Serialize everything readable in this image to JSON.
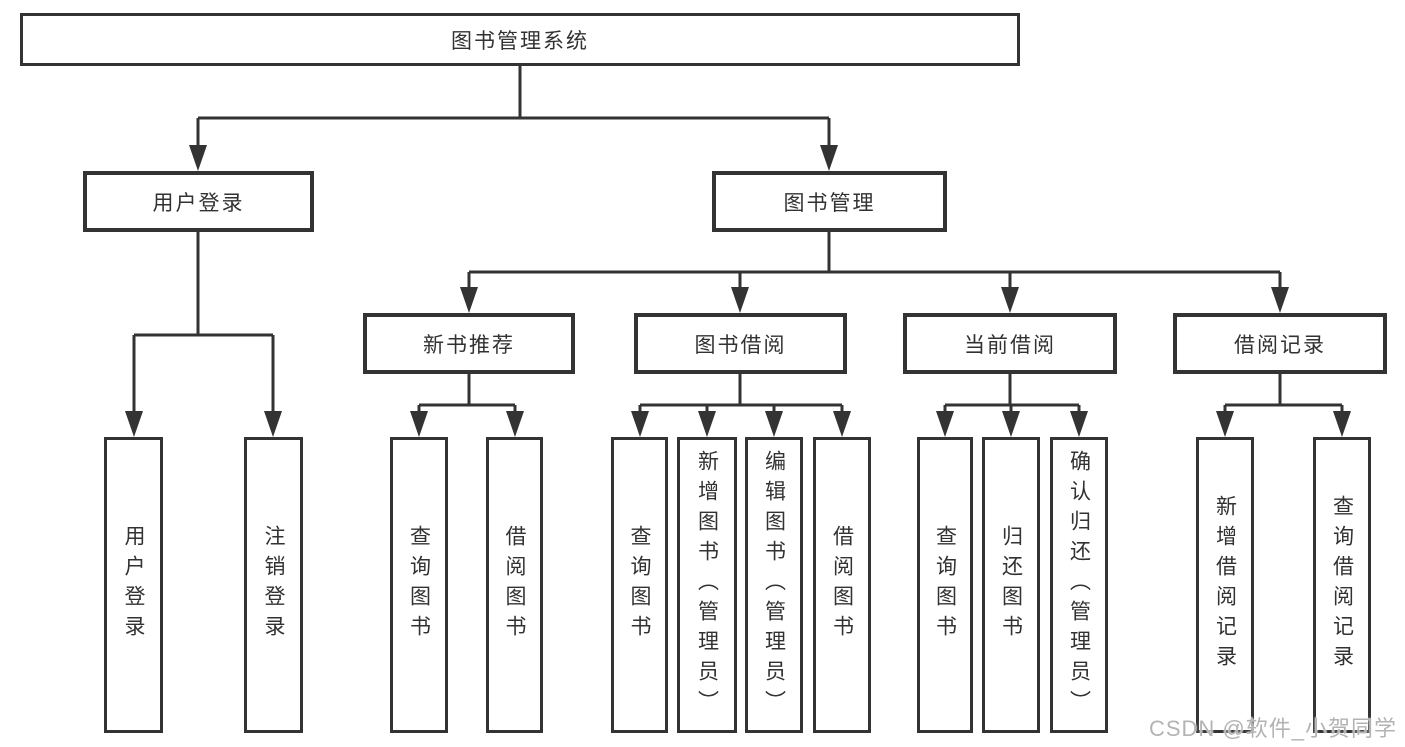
{
  "tree": {
    "label": "图书管理系统",
    "children": [
      {
        "label": "用户登录",
        "children": [
          {
            "label": "用户登录"
          },
          {
            "label": "注销登录"
          }
        ]
      },
      {
        "label": "图书管理",
        "children": [
          {
            "label": "新书推荐",
            "children": [
              {
                "label": "查询图书"
              },
              {
                "label": "借阅图书"
              }
            ]
          },
          {
            "label": "图书借阅",
            "children": [
              {
                "label": "查询图书"
              },
              {
                "label": "新增图书（管理员）"
              },
              {
                "label": "编辑图书（管理员）"
              },
              {
                "label": "借阅图书"
              }
            ]
          },
          {
            "label": "当前借阅",
            "children": [
              {
                "label": "查询图书"
              },
              {
                "label": "归还图书"
              },
              {
                "label": "确认归还（管理员）"
              }
            ]
          },
          {
            "label": "借阅记录",
            "children": [
              {
                "label": "新增借阅记录"
              },
              {
                "label": "查询借阅记录"
              }
            ]
          }
        ]
      }
    ]
  },
  "watermark": {
    "text": "CSDN @软件_小贺同学"
  },
  "colors": {
    "line": "#333333",
    "box_border": "#333333",
    "text": "#323232",
    "watermark": "#b3b3b3",
    "background": "#ffffff"
  }
}
